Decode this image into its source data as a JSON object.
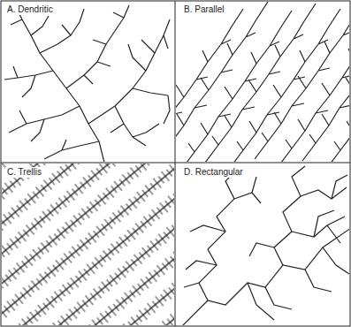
{
  "diagram": {
    "labels": [
      "A. Dendritic",
      "B. Parallel",
      "C. Trellis",
      "D. Rectangular"
    ]
  }
}
